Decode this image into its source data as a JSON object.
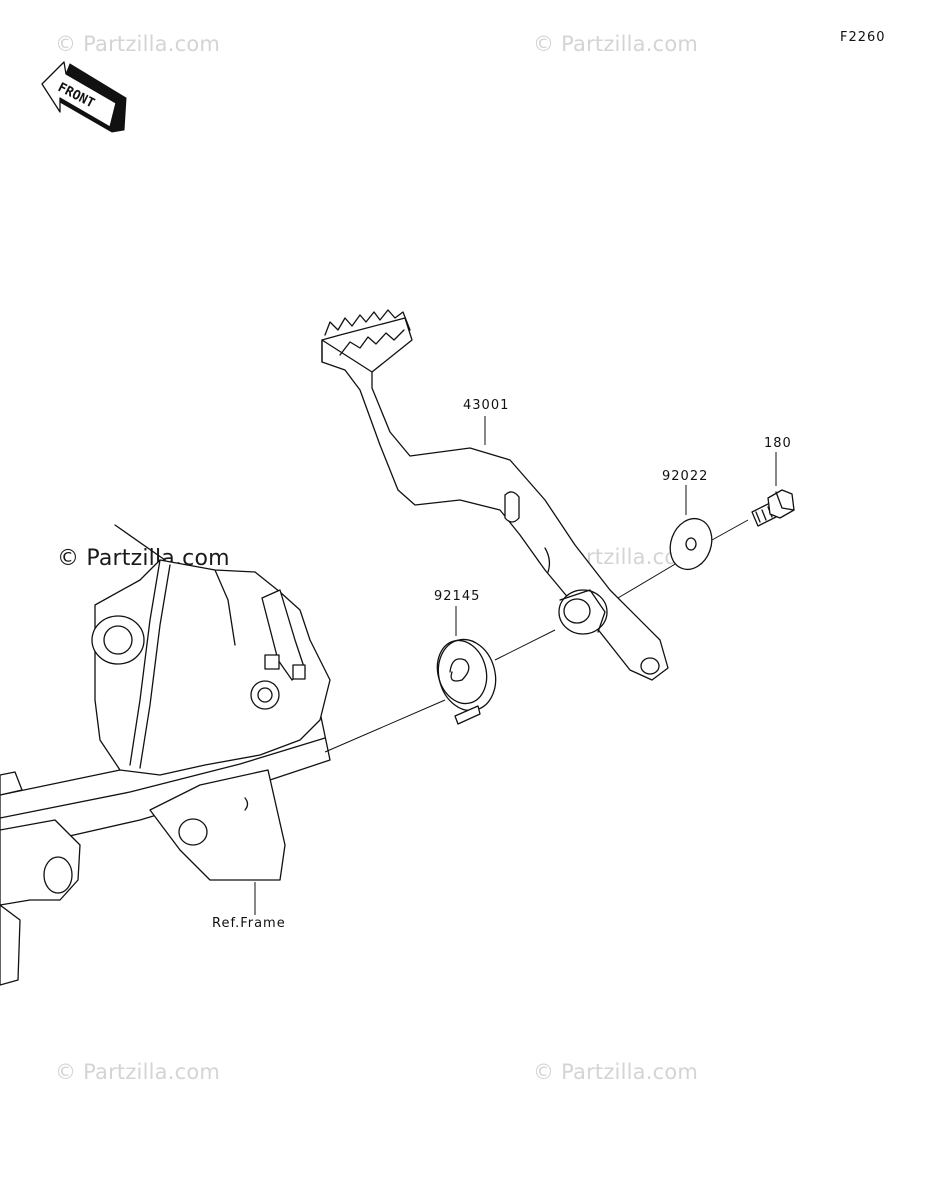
{
  "diagram": {
    "code": "F2260",
    "front_label": "FRONT",
    "watermark_text": "© Partzilla.com",
    "parts": [
      {
        "number": "43001"
      },
      {
        "number": "92022"
      },
      {
        "number": "180"
      },
      {
        "number": "92145"
      }
    ],
    "reference_label": "Ref.Frame"
  }
}
